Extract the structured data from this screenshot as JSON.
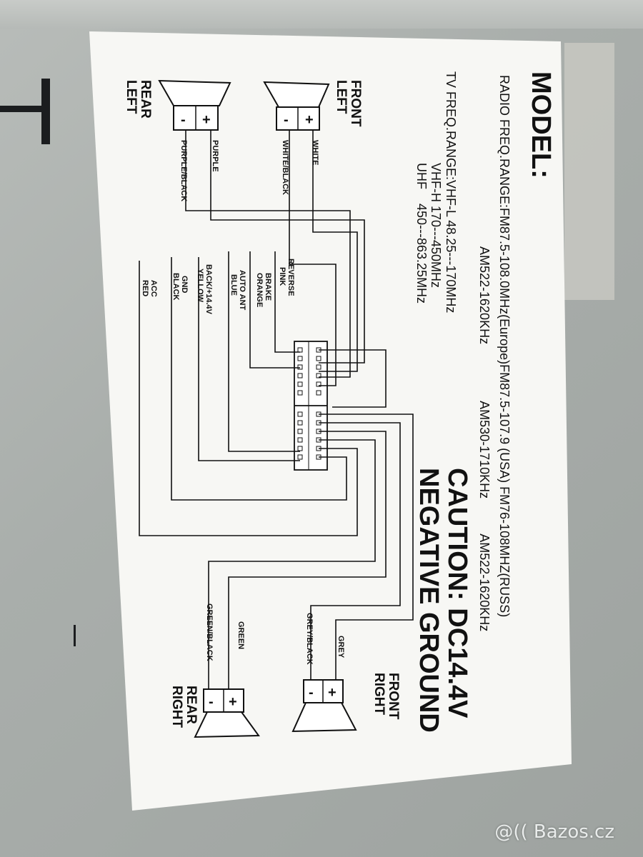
{
  "label": {
    "model": "MODEL:",
    "radio_freq_line1": "RADIO FREQ.RANGE:FM87.5-108.0MHz(Europe)FM87.5-107.9 (USA) FM76-108MHZ(RUSS)",
    "radio_freq_line2": "AM522-1620KHz                AM530-1710KHz          AM522-1620KHz",
    "tv_freq_line1": "TV FREQ.RANGE:VHF-L  48.25---170MHz",
    "tv_freq_line2": "VHF-H  170---450MHz",
    "tv_freq_line3": "UHF    450---863.25MHz",
    "caution_line1": "CAUTION: DC14.4V",
    "caution_line2": "NEGATIVE GROUND"
  },
  "speakers": [
    {
      "name": "FRONT LEFT",
      "line1": "FRONT",
      "line2": "LEFT",
      "pos_wire": "WHITE",
      "neg_wire": "WHITE/BLACK"
    },
    {
      "name": "REAR LEFT",
      "line1": "REAR",
      "line2": "LEFT",
      "pos_wire": "PURPLE",
      "neg_wire": "PURPLE/BLACK"
    },
    {
      "name": "FRONT RIGHT",
      "line1": "FRONT",
      "line2": "RIGHT",
      "pos_wire": "GREY",
      "neg_wire": "GREY/BLACK"
    },
    {
      "name": "REAR RIGHT",
      "line1": "REAR",
      "line2": "RIGHT",
      "pos_wire": "GREEN",
      "neg_wire": "GREEN/BLACK"
    }
  ],
  "polarity": {
    "plus": "+",
    "minus": "-"
  },
  "wires": [
    {
      "function": "REVERSE",
      "color": "PINK"
    },
    {
      "function": "BRAKE",
      "color": "ORANGE"
    },
    {
      "function": "AUTO ANT",
      "color": "BLUE"
    },
    {
      "function": "BACK/+14.4V",
      "color": "YELLOW"
    },
    {
      "function": "GND",
      "color": "BLACK"
    },
    {
      "function": "ACC",
      "color": "RED"
    }
  ],
  "watermark": "@(( Bazos.cz"
}
